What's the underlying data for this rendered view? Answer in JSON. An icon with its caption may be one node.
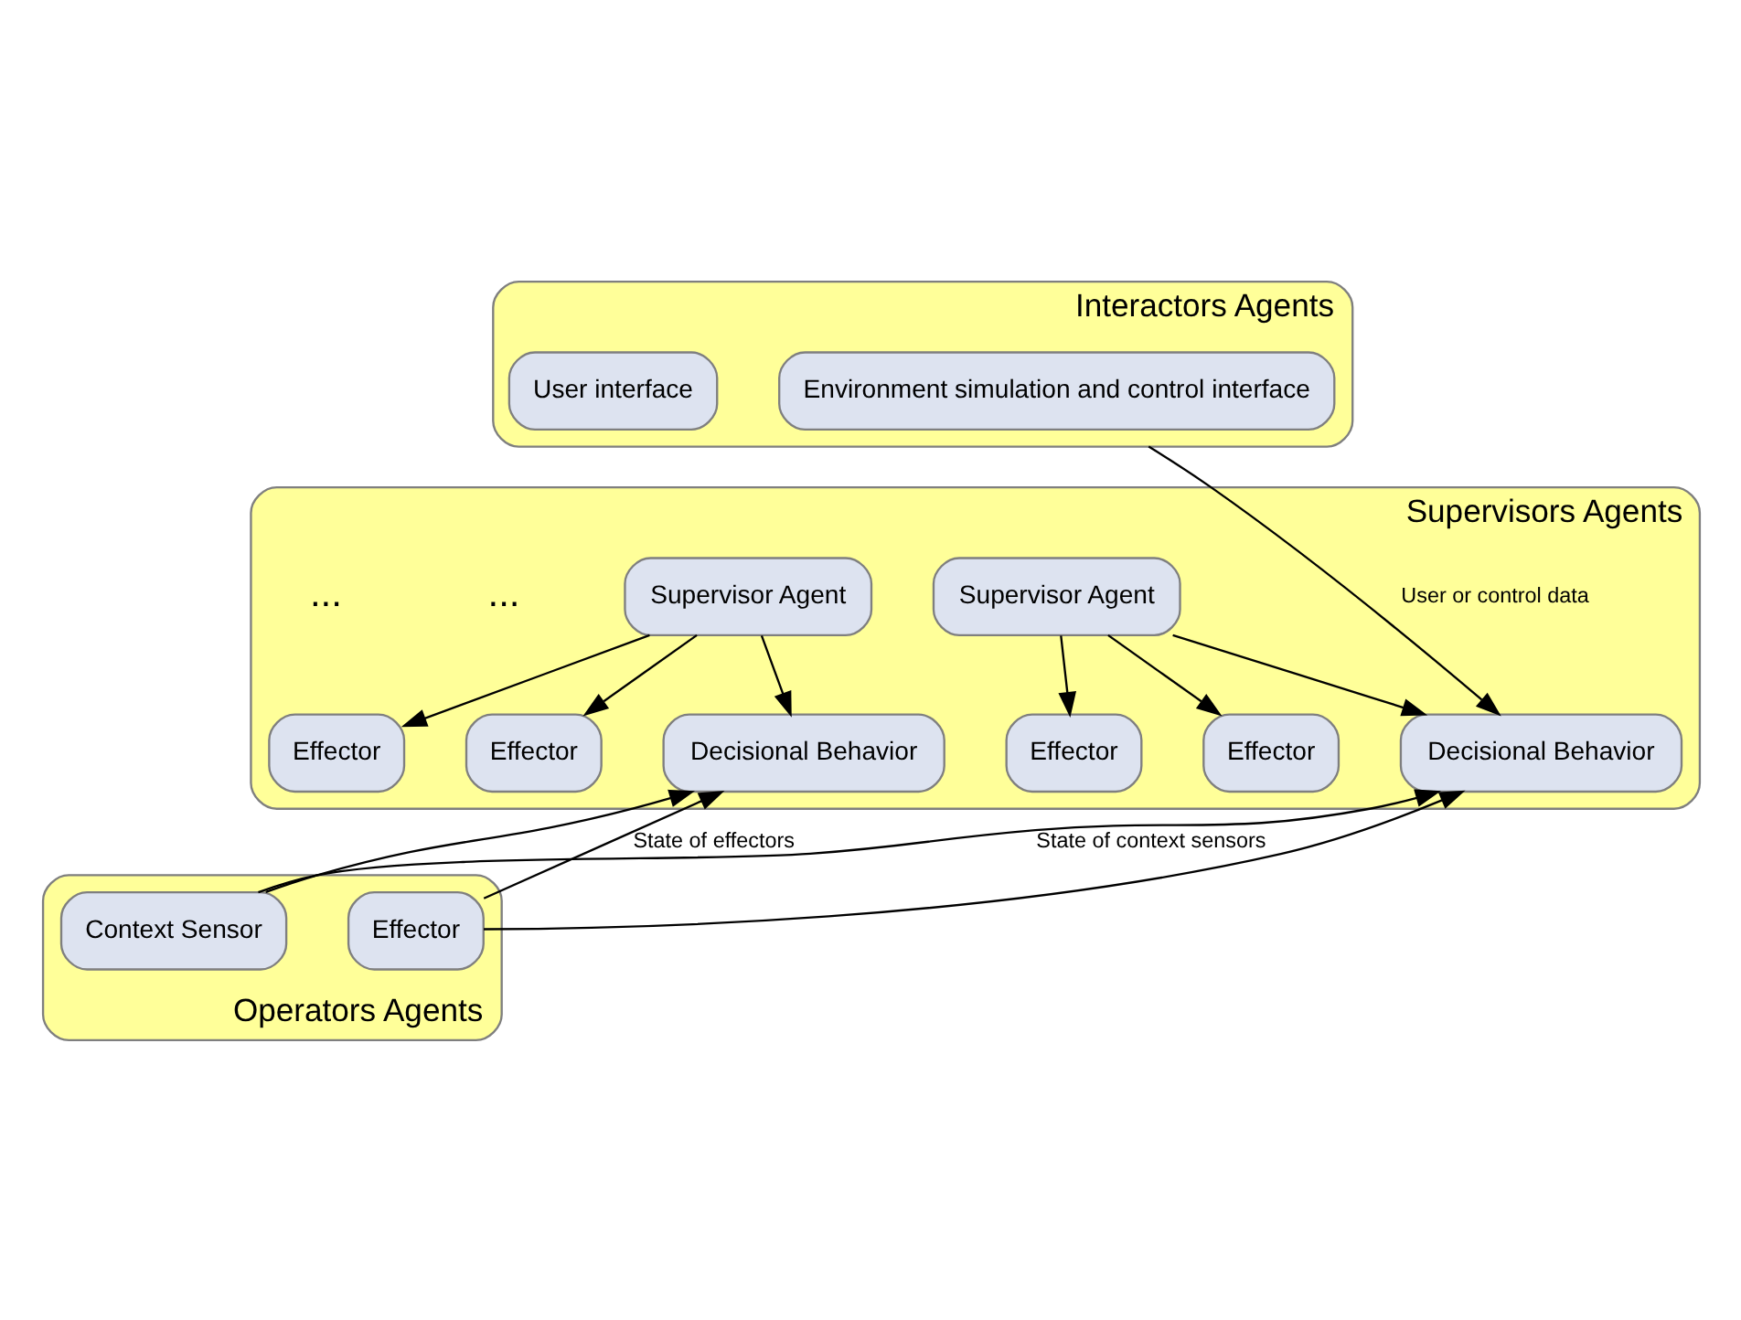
{
  "diagram": {
    "nodes": [
      {
        "text": [
          "Interactors Agents"
        ]
      },
      {
        "text": [
          "Environment simulation and control interface"
        ],
        "in": 0
      },
      {
        "text": [
          "User interface"
        ],
        "in": 0
      },
      {
        "text": [
          "Supervisors Agents"
        ]
      },
      {
        "text": [
          "Supervisor Agent"
        ],
        "in": 3
      },
      {
        "text": [
          "Effector"
        ],
        "in": 3
      },
      {
        "text": [
          "Effector"
        ],
        "in": 3
      },
      {
        "text": [
          "Decisional Behavior"
        ],
        "in": 3
      },
      {
        "text": [
          "Supervisor Agent"
        ],
        "in": 3
      },
      {
        "text": [
          "Effector"
        ],
        "in": 3
      },
      {
        "text": [
          "Effector"
        ],
        "in": 3
      },
      {
        "text": [
          "Decisional Behavior"
        ],
        "in": 3
      },
      {
        "text": [
          "Operators Agents"
        ]
      },
      {
        "text": [
          "Context Sensor"
        ],
        "in": 12
      },
      {
        "text": [
          "Effector"
        ],
        "in": 12
      }
    ],
    "edges": [
      {
        "from": 0,
        "to": 7,
        "arrow": "to",
        "label": "User or control data"
      },
      {
        "from": 4,
        "to": 5,
        "arrow": "to"
      },
      {
        "from": 4,
        "to": 6,
        "arrow": "to"
      },
      {
        "from": 4,
        "to": 7,
        "arrow": "to"
      },
      {
        "from": 8,
        "to": 9,
        "arrow": "to"
      },
      {
        "from": 8,
        "to": 10,
        "arrow": "to"
      },
      {
        "from": 8,
        "to": 11,
        "arrow": "to"
      },
      {
        "from": 13,
        "to": 7,
        "arrow": "to",
        "label": "State of context sensors"
      },
      {
        "from": 13,
        "to": 11,
        "arrow": "to"
      },
      {
        "from": 14,
        "to": 7,
        "arrow": "to"
      },
      {
        "from": 14,
        "to": 11,
        "arrow": "to",
        "label": "State of effectors"
      }
    ],
    "labels": [
      "...",
      "..."
    ]
  }
}
